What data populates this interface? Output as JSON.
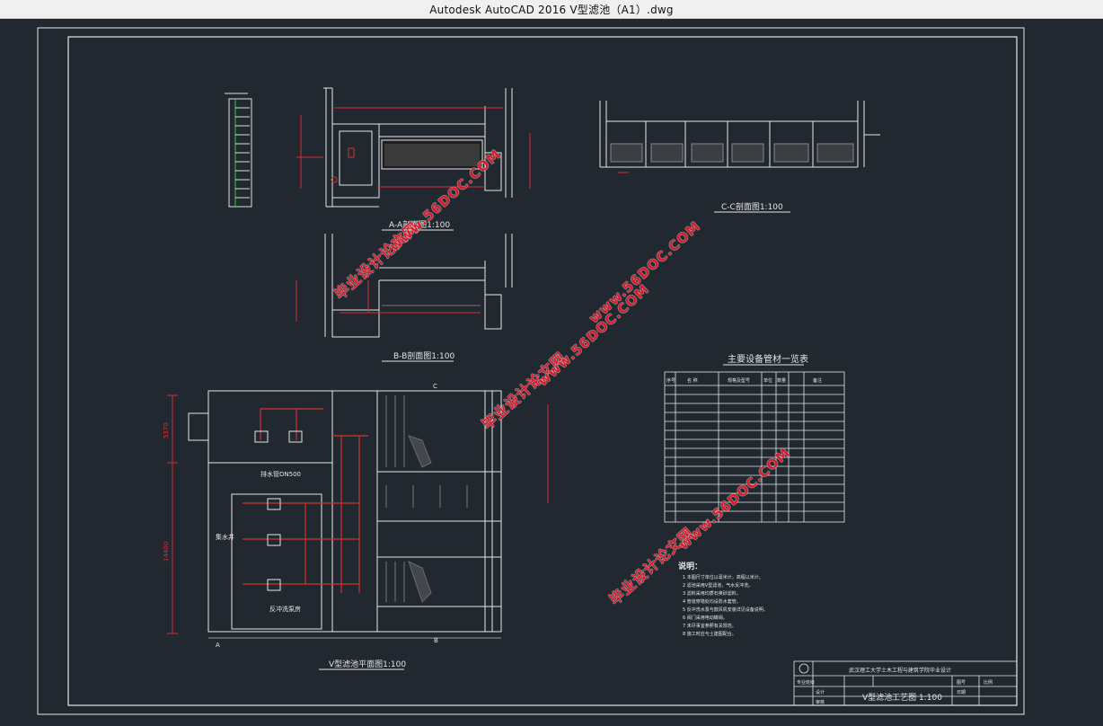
{
  "window": {
    "title": "Autodesk AutoCAD 2016     V型滤池（A1）.dwg"
  },
  "drawing": {
    "view_titles": {
      "section_aa": "A-A剖面图1:100",
      "section_cc": "C-C剖面图1:100",
      "section_bb": "B-B剖面图1:100",
      "plan": "V型滤池平面图1:100"
    },
    "dimensions": {
      "d1": "5370",
      "d2": "14400"
    },
    "labels": {
      "pipe_dn": "排水管DN500",
      "clear_well": "集水井",
      "backwash": "反冲洗泵房",
      "plan_c_mark": "C",
      "plan_b_mark": "B",
      "plan_a_mark": "A"
    },
    "equipment_table": {
      "title": "主要设备管材一览表",
      "headers": [
        "序号",
        "名 称",
        "规格及型号",
        "单位",
        "数量",
        "备注"
      ],
      "rows": 16
    },
    "notes": {
      "title": "说明：",
      "lines": [
        "1 本图尺寸单位以毫米计，高程以米计。",
        "2 滤池采用V型滤池，气水反冲洗。",
        "3 滤料采用均质石英砂滤料。",
        "4 管道穿墙处均设防水套管。",
        "5 反冲洗水泵与鼓风机安装详见设备说明。",
        "6 阀门采用电动蝶阀。",
        "7 未尽事宜参照有关规范。",
        "8 施工时应与土建图配合。"
      ]
    },
    "title_block": {
      "school": "武汉理工大学土木工程与建筑学院毕业设计",
      "drawing_name": "V型滤池工艺图 1:100",
      "small_labels": [
        "专业班级",
        "设计",
        "审核",
        "图号",
        "日期",
        "比例"
      ]
    }
  },
  "watermarks": {
    "site_name": "毕业设计论文网",
    "site_url": "www.56DOC.COM"
  }
}
